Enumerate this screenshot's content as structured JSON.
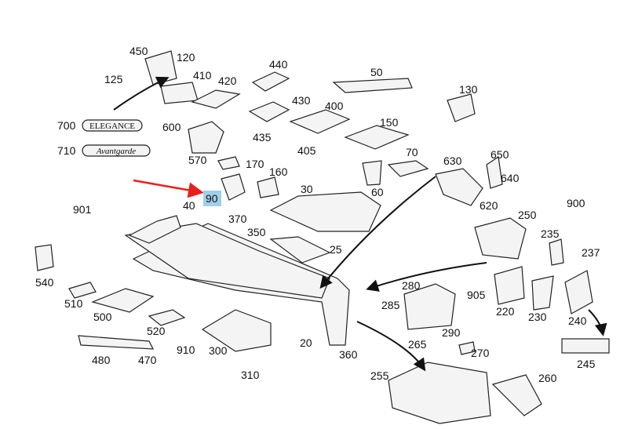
{
  "diagram": {
    "callouts": [
      "450",
      "120",
      "125",
      "410",
      "420",
      "440",
      "50",
      "130",
      "430",
      "400",
      "150",
      "700",
      "600",
      "435",
      "405",
      "710",
      "570",
      "170",
      "160",
      "70",
      "650",
      "630",
      "640",
      "90",
      "40",
      "30",
      "60",
      "620",
      "901",
      "370",
      "250",
      "900",
      "350",
      "235",
      "25",
      "237",
      "540",
      "280",
      "905",
      "510",
      "285",
      "220",
      "230",
      "500",
      "240",
      "520",
      "290",
      "265",
      "270",
      "20",
      "910",
      "300",
      "360",
      "245",
      "480",
      "470",
      "310",
      "255",
      "260"
    ],
    "highlighted_callout": "90",
    "badges": {
      "elegance": "ELEGANCE",
      "avantgarde": "Avantgarde"
    },
    "colors": {
      "highlight": "#9fd0e8",
      "arrow_red": "#e8201c",
      "line": "#222222"
    }
  }
}
